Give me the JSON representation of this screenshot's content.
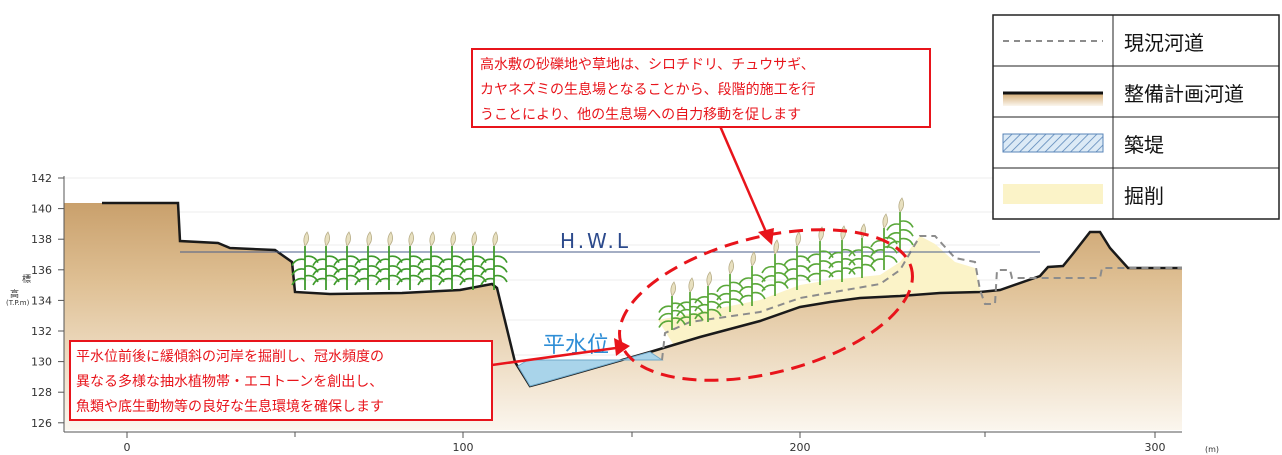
{
  "axes": {
    "y_ticks": [
      "142",
      "140",
      "138",
      "136",
      "134",
      "132",
      "130",
      "128",
      "126"
    ],
    "y_label_chars": [
      "標",
      "高"
    ],
    "y_unit": "(T.P.m)",
    "x_ticks": [
      "0",
      "100",
      "200",
      "300"
    ],
    "x_unit": "(m)"
  },
  "labels": {
    "hwl": "H.W.L",
    "normal_water": "平水位"
  },
  "legend": {
    "items": [
      {
        "label": "現況河道",
        "swatch": "dashed-line"
      },
      {
        "label": "整備計画河道",
        "swatch": "solid-earth"
      },
      {
        "label": "築堤",
        "swatch": "hatched-blue"
      },
      {
        "label": "掘削",
        "swatch": "cream-fill"
      }
    ]
  },
  "callouts": {
    "top": {
      "lines": [
        "高水敷の砂礫地や草地は、シロチドリ、チュウサギ、",
        "カヤネズミの生息場となることから、段階的施工を行",
        "うことにより、他の生息場への自力移動を促します"
      ]
    },
    "bottom": {
      "lines": [
        "平水位前後に緩傾斜の河岸を掘削し、冠水頻度の",
        "異なる多様な抽水植物帯・エコトーンを創出し、",
        "魚類や底生動物等の良好な生息環境を確保します"
      ]
    }
  },
  "colors": {
    "earth": "#dfbf92",
    "earth_light": "#f3e3c8",
    "water": "#a9d4ea",
    "excavation": "#fbf3c8",
    "red": "#e8141b",
    "hwl_text": "#2c4a8c",
    "normal_water_text": "#2f8ed6",
    "plant": "#3f9a2c"
  }
}
